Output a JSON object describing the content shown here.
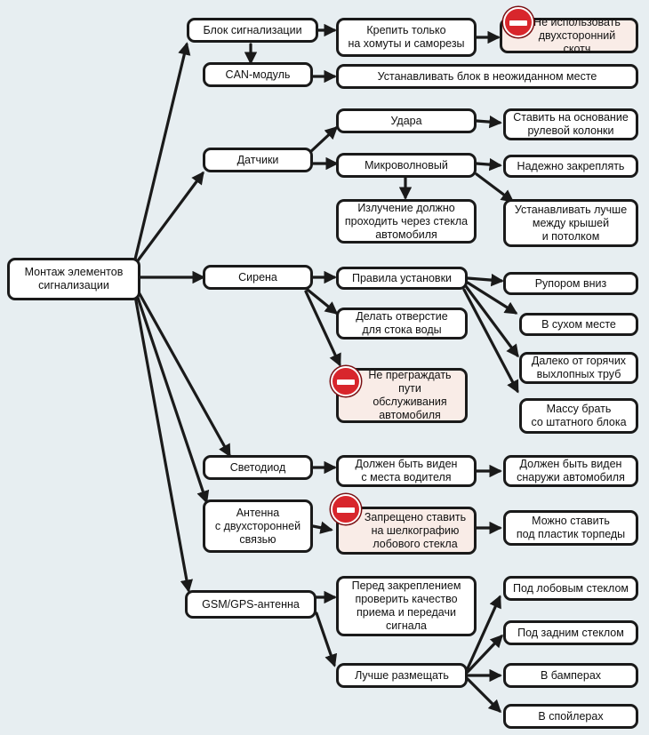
{
  "root": {
    "label": "Монтаж элементов\nсигнализации"
  },
  "n_block": {
    "label": "Блок сигнализации"
  },
  "n_block_mount": {
    "label": "Крепить только\nна хомуты и саморезы"
  },
  "n_block_tape": {
    "label": "Не использовать\nдвухсторонний скотч"
  },
  "n_can": {
    "label": "CAN-модуль"
  },
  "n_can_place": {
    "label": "Устанавливать блок в неожиданном месте"
  },
  "n_sensors": {
    "label": "Датчики"
  },
  "n_shock": {
    "label": "Удара"
  },
  "n_shock_place": {
    "label": "Ставить на основание\nрулевой колонки"
  },
  "n_micro": {
    "label": "Микроволновый"
  },
  "n_micro_fix": {
    "label": "Надежно закреплять"
  },
  "n_micro_glass": {
    "label": "Излучение должно\nпроходить через стекла\nавтомобиля"
  },
  "n_micro_roof": {
    "label": "Устанавливать лучше\nмежду крышей\nи потолком"
  },
  "n_siren": {
    "label": "Сирена"
  },
  "n_siren_rules": {
    "label": "Правила установки"
  },
  "n_siren_hole": {
    "label": "Делать отверстие\nдля стока воды"
  },
  "n_siren_service": {
    "label": "Не преграждать\nпути обслуживания\nавтомобиля"
  },
  "n_siren_down": {
    "label": "Рупором вниз"
  },
  "n_siren_dry": {
    "label": "В сухом месте"
  },
  "n_siren_hot": {
    "label": "Далеко от горячих\nвыхлопных труб"
  },
  "n_siren_ground": {
    "label": "Массу брать\nсо штатного блока"
  },
  "n_led": {
    "label": "Светодиод"
  },
  "n_led_driver": {
    "label": "Должен быть виден\nс места водителя"
  },
  "n_led_outside": {
    "label": "Должен быть виден\nснаружи автомобиля"
  },
  "n_antenna": {
    "label": "Антенна\nс двухсторонней\nсвязью"
  },
  "n_antenna_silk": {
    "label": "Запрещено ставить\nна шелкографию\nлобового стекла"
  },
  "n_antenna_torpedo": {
    "label": "Можно ставить\nпод пластик торпеды"
  },
  "n_gsm": {
    "label": "GSM/GPS-антенна"
  },
  "n_gsm_check": {
    "label": "Перед закреплением\nпроверить качество\nприема и передачи\nсигнала"
  },
  "n_gsm_best": {
    "label": "Лучше размещать"
  },
  "n_gsm_front": {
    "label": "Под лобовым стеклом"
  },
  "n_gsm_rear": {
    "label": "Под задним стеклом"
  },
  "n_gsm_bumper": {
    "label": "В бамперах"
  },
  "n_gsm_spoiler": {
    "label": "В спойлерах"
  },
  "colors": {
    "background": "#e7eef1",
    "node_fill": "#ffffff",
    "warning_fill": "#f9ece7",
    "stroke": "#1a1a1a",
    "stop_icon": "#d8262c"
  }
}
